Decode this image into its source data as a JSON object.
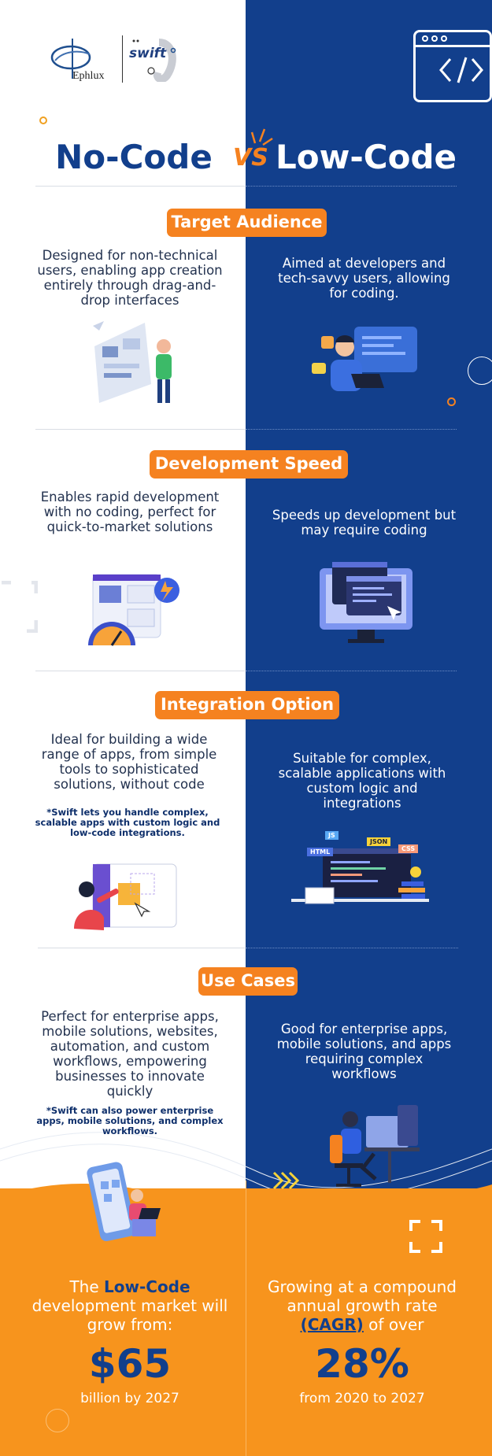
{
  "brand": {
    "ephlux": "Ephlux",
    "swift": "swift"
  },
  "header": {
    "left_title": "No-Code",
    "vs": "VS",
    "right_title": "Low-Code"
  },
  "sections": {
    "target": {
      "title": "Target Audience",
      "left": "Designed for non-technical users, enabling app creation entirely through drag-and-drop interfaces",
      "right": "Aimed at developers and tech-savvy users, allowing for coding."
    },
    "speed": {
      "title": "Development Speed",
      "left": "Enables rapid development with no coding, perfect for quick-to-market solutions",
      "right": "Speeds up development but may require coding"
    },
    "integration": {
      "title": "Integration Option",
      "left": "Ideal for building a wide range of apps, from simple tools to sophisticated solutions, without code",
      "note": "*Swift lets you handle complex, scalable apps with custom logic and low-code integrations.",
      "right": "Suitable for complex, scalable applications with custom logic and integrations",
      "tags": {
        "js": "JS",
        "html": "HTML",
        "json": "JSON",
        "css": "CSS"
      }
    },
    "usecases": {
      "title": "Use Cases",
      "left": "Perfect for enterprise apps, mobile solutions, websites, automation, and custom workflows, empowering businesses to innovate quickly",
      "note": "*Swift can also power enterprise apps, mobile solutions, and complex workflows.",
      "right": "Good for enterprise apps, mobile solutions, and apps requiring complex workflows"
    }
  },
  "stats": {
    "left_pre": "The ",
    "left_bold": "Low-Code",
    "left_post": " development market will grow from:",
    "left_value": "$65",
    "left_unit": "billion by 2027",
    "right_pre": "Growing at a compound annual growth rate ",
    "right_cagr": "(CAGR)",
    "right_post": " of over",
    "right_value": "28%",
    "right_unit": "from 2020 to 2027"
  },
  "colors": {
    "navy": "#123f8c",
    "orange": "#f58220",
    "dark_text": "#23324f"
  }
}
